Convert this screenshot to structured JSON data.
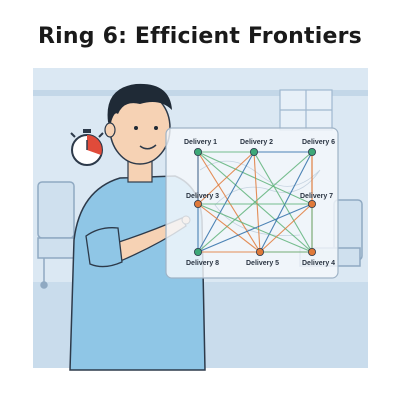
{
  "title": "Ring 6: Efficient Frontiers",
  "deliveries": [
    {
      "id": "d1",
      "label": "Delivery 1",
      "color": "#3da878"
    },
    {
      "id": "d2",
      "label": "Delivery 2",
      "color": "#3da878"
    },
    {
      "id": "d6",
      "label": "Delivery 6",
      "color": "#3da878"
    },
    {
      "id": "d3",
      "label": "Delivery 3",
      "color": "#e07a3a"
    },
    {
      "id": "d7",
      "label": "Delivery 7",
      "color": "#e07a3a"
    },
    {
      "id": "d8",
      "label": "Delivery 8",
      "color": "#3da878"
    },
    {
      "id": "d5",
      "label": "Delivery 5",
      "color": "#e07a3a"
    },
    {
      "id": "d4",
      "label": "Delivery 4",
      "color": "#e07a3a"
    }
  ],
  "colors": {
    "background_panel": "#dbe8f3",
    "floor": "#c9dcec",
    "board": "#f4f8fb",
    "edge_green": "#5fb37a",
    "edge_blue": "#2f6fa8",
    "edge_orange": "#e07a3a",
    "shirt": "#8fc6e6",
    "skin": "#f6d2b4",
    "hair": "#1f2a36",
    "stopwatch": "#e04b3a"
  },
  "icons": [
    "stopwatch-icon",
    "person-illustration",
    "hospital-bed-illustration"
  ]
}
